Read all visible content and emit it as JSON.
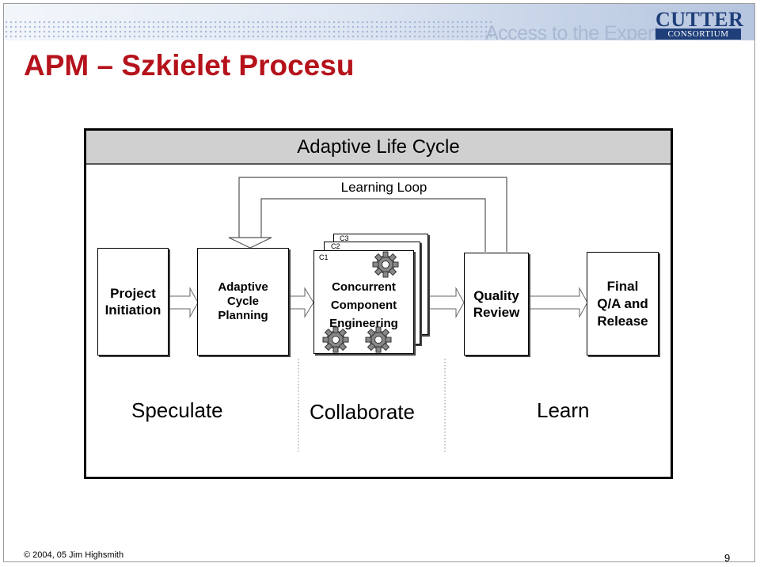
{
  "header": {
    "tagline": "Access to the Experts",
    "logo_main": "CUTTER",
    "logo_sub": "CONSORTIUM"
  },
  "slide": {
    "title": "APM – Szkielet Procesu"
  },
  "diagram": {
    "title": "Adaptive Life Cycle",
    "loop_label": "Learning Loop",
    "stages": [
      {
        "id": "initiation",
        "label": "Project\nInitiation"
      },
      {
        "id": "planning",
        "label": "Adaptive\nCycle\nPlanning"
      },
      {
        "id": "engineering",
        "label": "Concurrent\nComponent\nEngineering",
        "layers": [
          "C1",
          "C2",
          "C3"
        ]
      },
      {
        "id": "review",
        "label": "Quality\nReview"
      },
      {
        "id": "release",
        "label": "Final\nQ/A and\nRelease"
      }
    ],
    "phases": [
      "Speculate",
      "Collaborate",
      "Learn"
    ]
  },
  "footer": {
    "copyright": "© 2004, 05 Jim Highsmith",
    "page_number": "9"
  },
  "colors": {
    "title_red": "#b5121b",
    "logo_blue": "#1f3f7a",
    "header_gray": "#d0d0d0"
  }
}
